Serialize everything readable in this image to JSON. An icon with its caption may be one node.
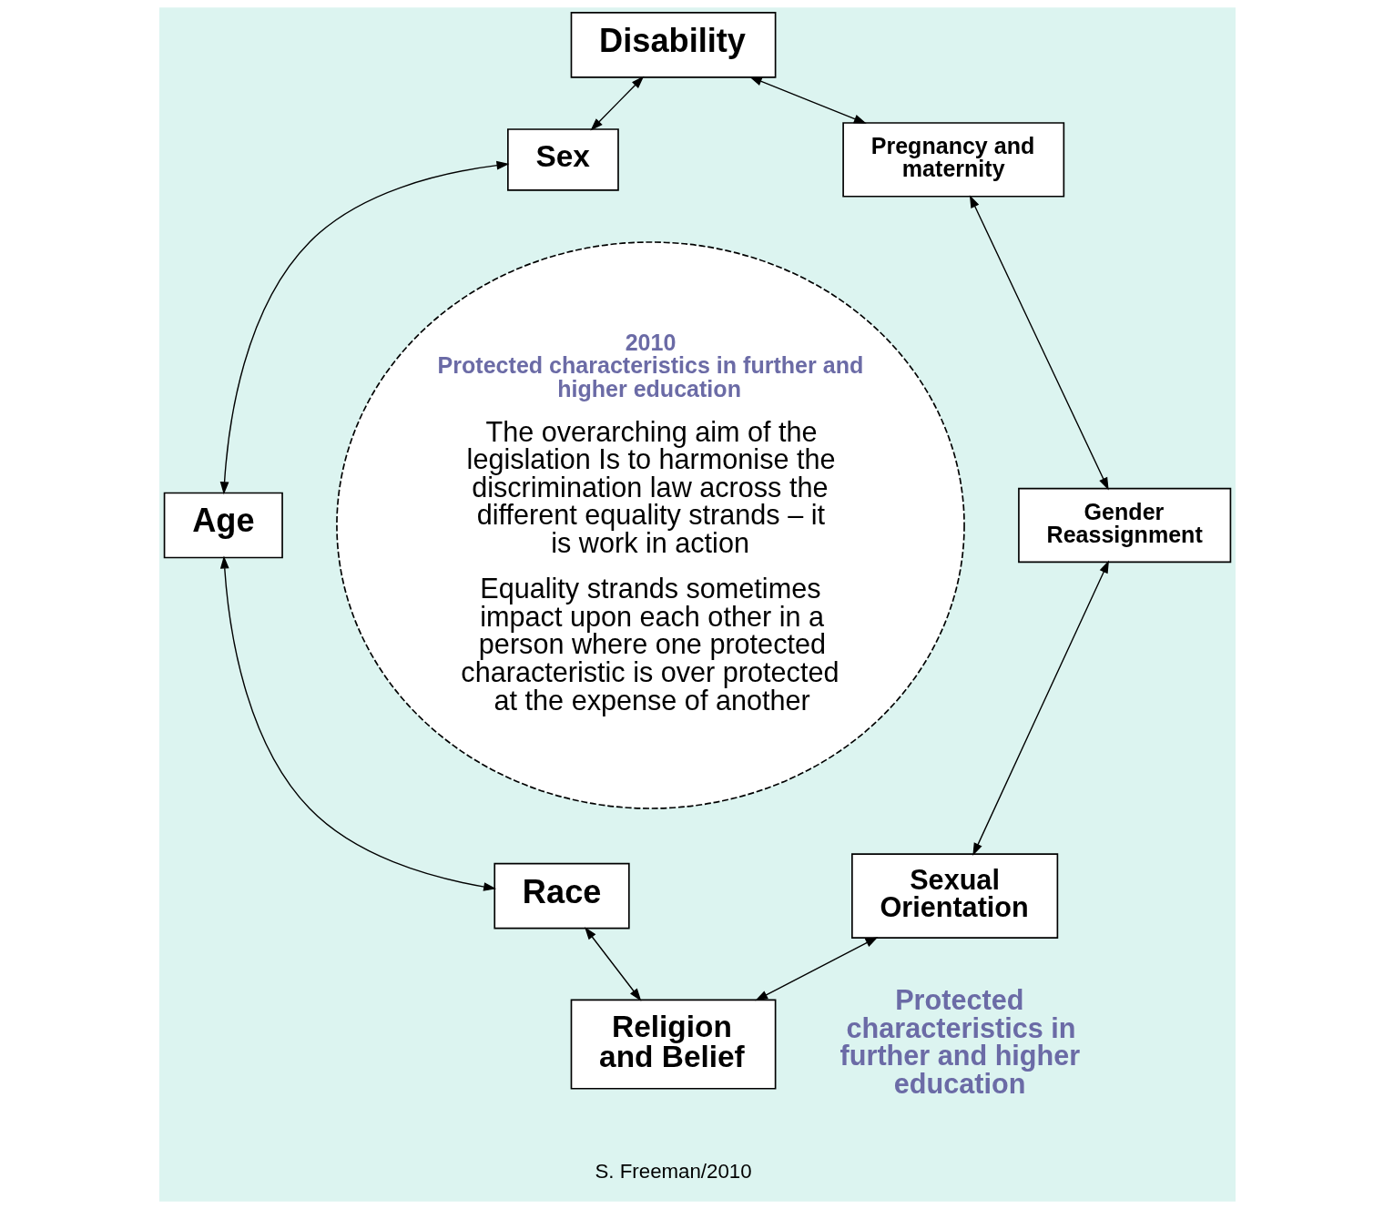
{
  "diagram": {
    "nodes": [
      {
        "text": [
          "Disability"
        ]
      },
      {
        "text": [
          "Pregnancy and maternity"
        ]
      },
      {
        "text": [
          "Gender Reassignment"
        ]
      },
      {
        "text": [
          "Sexual Orientation"
        ]
      },
      {
        "text": [
          "Religion and Belief"
        ],
        "beside": [
          "S. Freeman/2010"
        ]
      },
      {
        "text": [
          "Race"
        ]
      },
      {
        "text": [
          "Age"
        ]
      },
      {
        "text": [
          "Sex"
        ]
      },
      {
        "text": [
          "2010",
          "Protected characteristics in further and higher education",
          "The overarching aim of the legislation Is to harmonise the discrimination law across the different equality strands – it is work in action",
          "Equality strands sometimes impact upon each other in a person where one protected characteristic is over protected at the expense of another"
        ]
      }
    ],
    "edges": [
      {
        "from": 0,
        "to": 7,
        "arrow": "both"
      },
      {
        "from": 0,
        "to": 1,
        "arrow": "both"
      },
      {
        "from": 1,
        "to": 2,
        "arrow": "both"
      },
      {
        "from": 2,
        "to": 3,
        "arrow": "both"
      },
      {
        "from": 3,
        "to": 4,
        "arrow": "both"
      },
      {
        "from": 5,
        "to": 4,
        "arrow": "both"
      },
      {
        "from": 6,
        "to": 5,
        "arrow": "both"
      },
      {
        "from": 7,
        "to": 6,
        "arrow": "both"
      }
    ],
    "labels": [
      "Protected characteristics in further and higher education"
    ]
  }
}
